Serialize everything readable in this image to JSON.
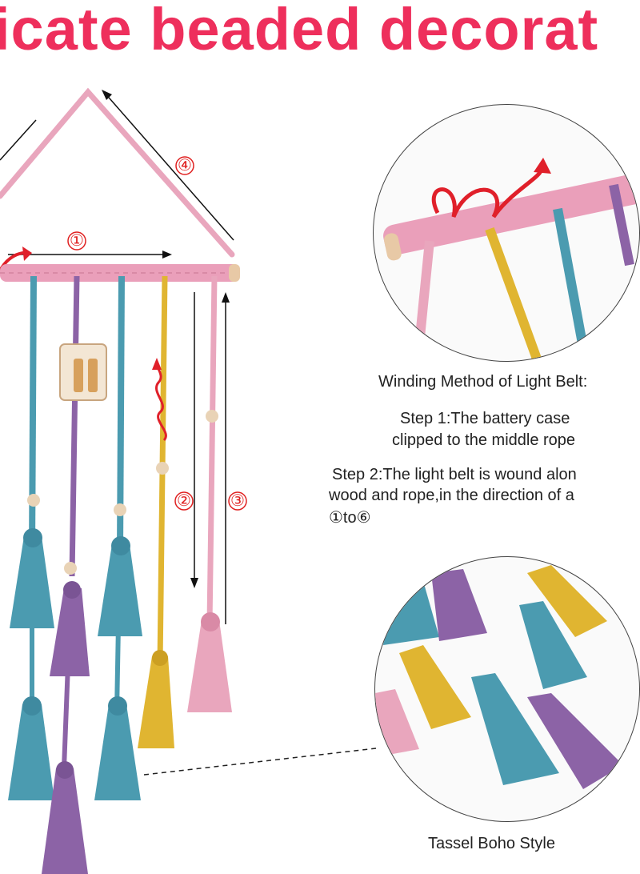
{
  "title": "icate beaded decorat",
  "steps": {
    "label_1": "①",
    "label_2": "②",
    "label_3": "③",
    "label_4": "④"
  },
  "winding": {
    "heading": "Winding Method of Light Belt:",
    "step1_line1": "Step 1:The battery case",
    "step1_line2": "clipped to the middle rope",
    "step2_line1": "Step 2:The light belt is wound alon",
    "step2_line2": "wood and rope,in the direction of a",
    "step2_line3": "①to⑥"
  },
  "tassel_caption": "Tassel Boho Style",
  "colors": {
    "title": "#ee2f5c",
    "pink_rope": "#e9a6bd",
    "teal": "#4b9bb0",
    "purple": "#8c63a6",
    "yellow": "#e0b531",
    "arrow_red": "#e0202a"
  }
}
